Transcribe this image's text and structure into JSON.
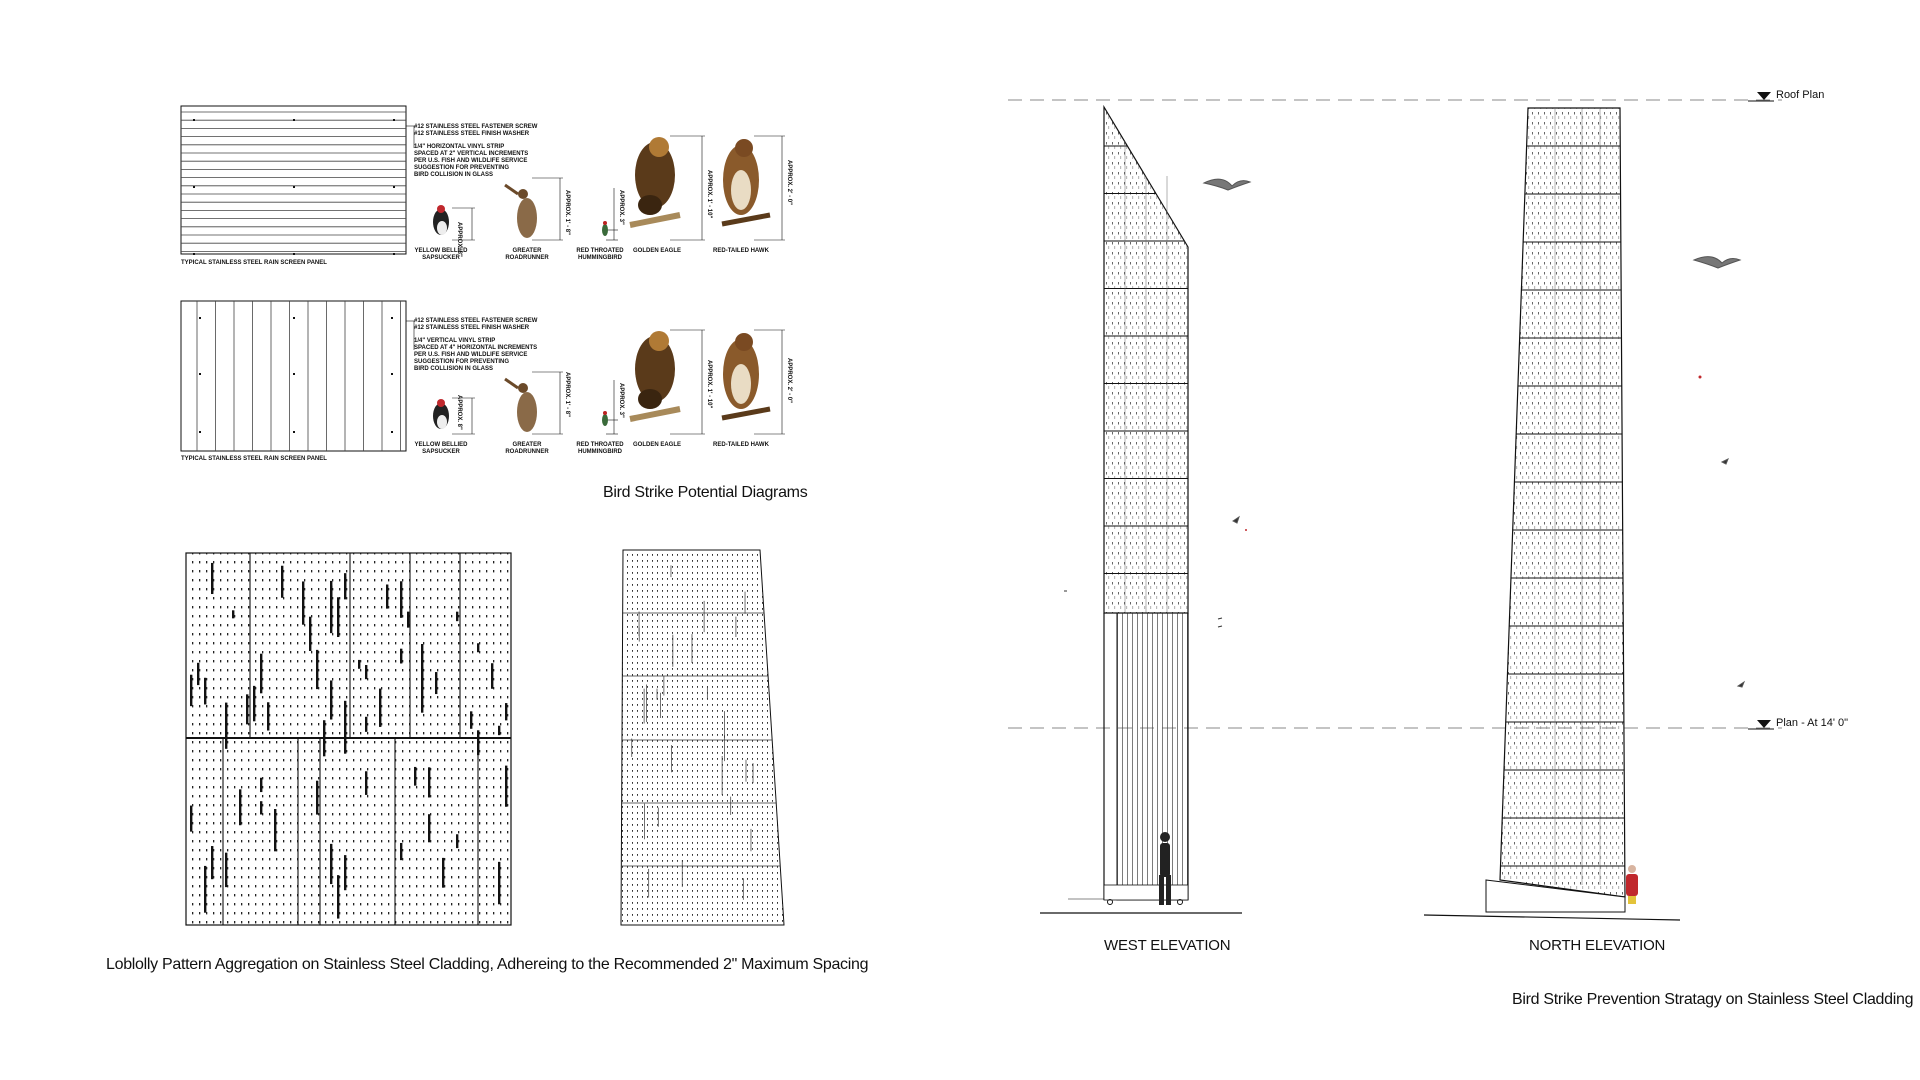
{
  "diagram_panel": {
    "title": "Bird Strike Potential Diagrams",
    "panel_label": "TYPICAL STAINLESS STEEL RAIN SCREEN PANEL",
    "horizontal_note": {
      "line1": "#12 STAINLESS STEEL FASTENER SCREW",
      "line2": "#12 STAINLESS STEEL FINISH WASHER",
      "line3": "1/4\" HORIZONTAL VINYL STRIP",
      "line4": "SPACED AT 2\" VERTICAL INCREMENTS",
      "line5": "PER U.S. FISH AND WILDLIFE SERVICE",
      "line6": "SUGGESTION FOR PREVENTING",
      "line7": "BIRD COLLISION IN GLASS"
    },
    "vertical_note": {
      "line1": "#12 STAINLESS STEEL FASTENER SCREW",
      "line2": "#12 STAINLESS STEEL FINISH WASHER",
      "line3": "1/4\" VERTICAL VINYL STRIP",
      "line4": "SPACED AT 4\" HORIZONTAL INCREMENTS",
      "line5": "PER U.S. FISH AND WILDLIFE SERVICE",
      "line6": "SUGGESTION FOR PREVENTING",
      "line7": "BIRD COLLISION IN GLASS"
    },
    "birds": [
      {
        "name1": "YELLOW BELLIED",
        "name2": "SAPSUCKER",
        "size": "APPROX. 8\""
      },
      {
        "name1": "GREATER ROADRUNNER",
        "name2": "",
        "size": "APPROX. 1' - 8\""
      },
      {
        "name1": "RED THROATED",
        "name2": "HUMMINGBIRD",
        "size": "APPROX. 3\""
      },
      {
        "name1": "GOLDEN EAGLE",
        "name2": "",
        "size": "APPROX. 1' - 10\""
      },
      {
        "name1": "RED-TAILED HAWK",
        "name2": "",
        "size": "APPROX. 2' - 0\""
      }
    ]
  },
  "pattern_caption": "Loblolly Pattern Aggregation on Stainless Steel Cladding, Adhereing to the Recommended 2\" Maximum Spacing",
  "elevations": {
    "west_label": "WEST ELEVATION",
    "north_label": "NORTH ELEVATION",
    "roof_level": "Roof Plan",
    "plan_level": "Plan - At 14' 0\"",
    "caption": "Bird Strike Prevention Stratagy on Stainless Steel Cladding"
  },
  "colors": {
    "line": "#111111",
    "dash": "#888888",
    "hawk_brown": "#8a5a2b",
    "eagle_brown": "#5a3a1a",
    "person_red": "#c0282d"
  }
}
